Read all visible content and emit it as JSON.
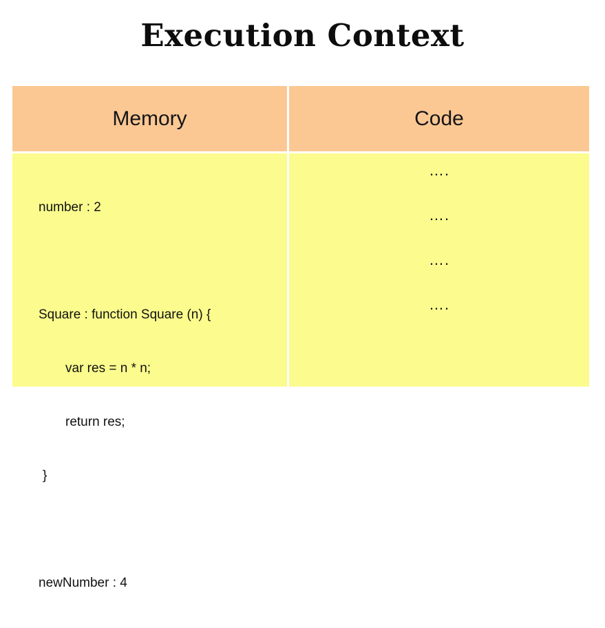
{
  "slide": {
    "title": "Execution Context",
    "background_color": "#ffffff"
  },
  "table": {
    "header_color": "#fbc894",
    "body_color": "#fbfb8e",
    "divider_color": "#ffffff",
    "columns": [
      {
        "header": "Memory"
      },
      {
        "header": "Code"
      }
    ],
    "memory": {
      "lines": [
        "number : 2",
        "",
        "Square : function Square (n) {",
        "var res = n * n;",
        "return res;",
        "}",
        "",
        "newNumber : 4"
      ]
    },
    "code": {
      "lines": [
        "….",
        "….",
        "….",
        "…."
      ]
    }
  }
}
